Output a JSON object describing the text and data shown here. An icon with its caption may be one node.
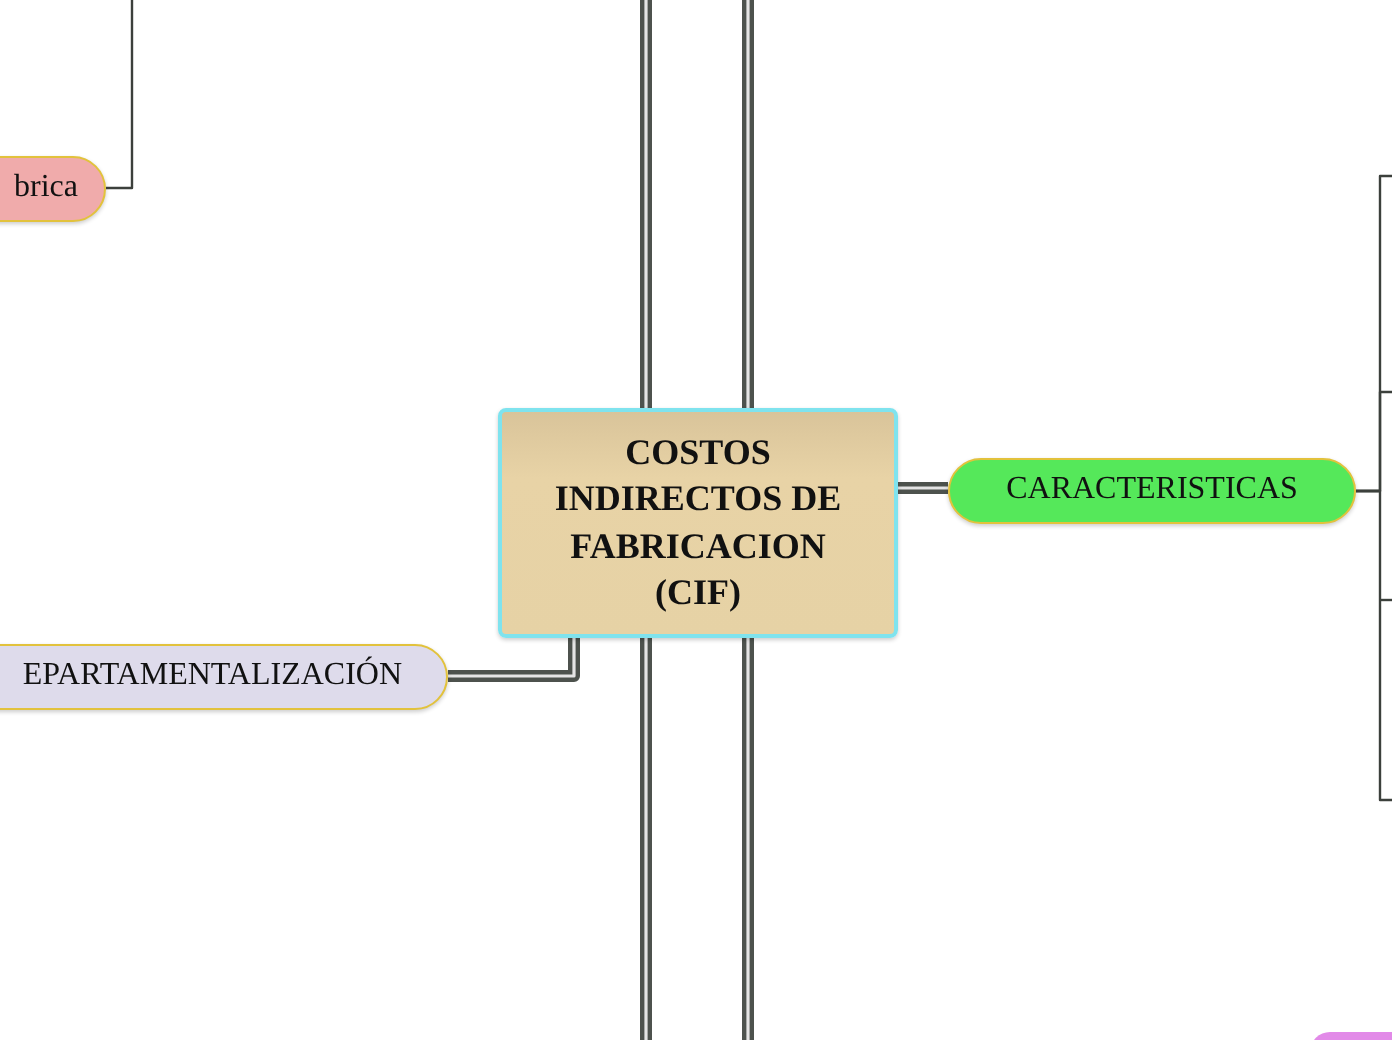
{
  "diagram": {
    "nodes": [
      {
        "text": [
          "COSTOS INDIRECTOS DE FABRICACION (CIF)"
        ]
      },
      {
        "text": [
          "CARACTERISTICAS"
        ]
      },
      {
        "text": [
          "EPARTAMENTALIZACIÓN"
        ]
      },
      {
        "text": [
          "brica"
        ]
      },
      {
        "text": [],
        "shape": "box"
      }
    ],
    "edges": [
      {
        "from": 0,
        "to": 1,
        "arrow": "none",
        "style": "thick"
      },
      {
        "from": 0,
        "to": 2,
        "arrow": "none",
        "style": "thick"
      },
      {
        "from": 3,
        "to": null,
        "arrow": "none"
      },
      {
        "from": 1,
        "to": null,
        "arrow": "none"
      },
      {
        "from": 1,
        "to": null,
        "arrow": "none"
      },
      {
        "from": 1,
        "to": null,
        "arrow": "none"
      }
    ]
  }
}
